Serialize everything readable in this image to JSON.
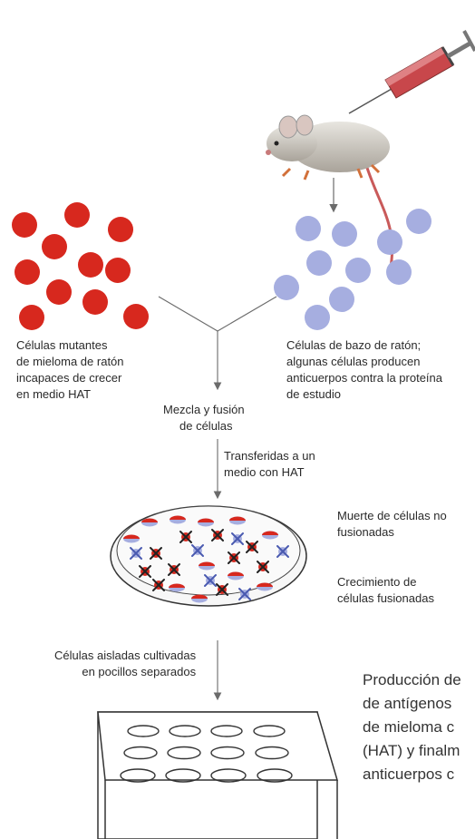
{
  "labels": {
    "myeloma": [
      "Células mutantes",
      "de mieloma de ratón",
      "incapaces de crecer",
      "en medio HAT"
    ],
    "spleen": [
      "Células de bazo de ratón;",
      "algunas células producen",
      "anticuerpos contra la proteína",
      "de estudio"
    ],
    "mix": [
      "Mezcla y fusión",
      "de células"
    ],
    "transfer": [
      "Transferidas a un",
      "medio con HAT"
    ],
    "death": [
      "Muerte de células no",
      "fusionadas"
    ],
    "growth": [
      "Crecimiento de",
      "células fusionadas"
    ],
    "isolated": [
      "Células aisladas cultivadas",
      "en pocillos separados"
    ]
  },
  "caption": [
    "Producción de",
    "de antígenos",
    "de mieloma c",
    "(HAT) y finalm",
    "anticuerpos c"
  ],
  "colors": {
    "myeloma": "#d7281e",
    "spleen": "#a6aee0",
    "arrow": "#6b6b6b",
    "cross": "#4a5ab0"
  }
}
